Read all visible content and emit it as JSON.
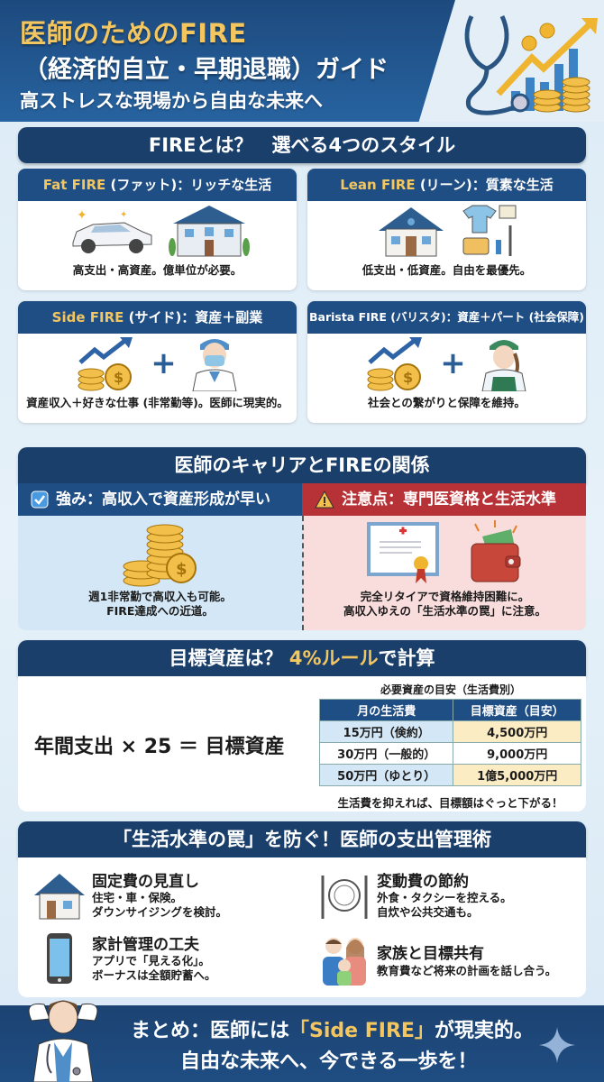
{
  "hero": {
    "title_line1": "医師のためのFIRE",
    "title_line2": "（経済的自立・早期退職）ガイド",
    "subtitle": "高ストレスな現場から自由な未来へ",
    "illustration": "stethoscope-coins-chart-icon"
  },
  "styles_section": {
    "title": "FIREとは？　選べる4つのスタイル",
    "cards": [
      {
        "name": "Fat FIRE",
        "label": " (ファット)：リッチな生活",
        "desc": "高支出・高資産。億単位が必要。",
        "icons": [
          "luxury-car-icon",
          "mansion-icon"
        ]
      },
      {
        "name": "Lean FIRE",
        "label": " (リーン)：質素な生活",
        "desc": "低支出・低資産。自由を最優先。",
        "icons": [
          "small-house-icon",
          "simple-goods-icon"
        ]
      },
      {
        "name": "Side FIRE",
        "label": " (サイド)：資産＋副業",
        "desc": "資産収入＋好きな仕事 (非常勤等)。医師に現実的。",
        "icons": [
          "coins-growth-icon",
          "plus-icon",
          "doctor-icon"
        ]
      },
      {
        "name": "Barista FIRE",
        "label": " (バリスタ)：資産＋パート (社会保障)",
        "desc": "社会との繋がりと保障を維持。",
        "icons": [
          "coins-growth-icon",
          "plus-icon",
          "barista-icon"
        ]
      }
    ]
  },
  "career_section": {
    "title": "医師のキャリアとFIREの関係",
    "pro": {
      "title": "強み：高収入で資産形成が早い",
      "icon": "checkbox-icon",
      "line1": "週1非常勤で高収入も可能。",
      "line2": "FIRE達成への近道。"
    },
    "con": {
      "title": "注意点：専門医資格と生活水準",
      "icon": "warning-icon",
      "line1": "完全リタイアで資格維持困難に。",
      "line2": "高収入ゆえの「生活水準の罠」に注意。"
    }
  },
  "calc_section": {
    "title_pre": "目標資産は？ ",
    "title_highlight": "4%ルール",
    "title_post": "で計算",
    "formula": "年間支出 × 25 ＝ 目標資産",
    "table_caption": "必要資産の目安（生活費別）",
    "table_headers": [
      "月の生活費",
      "目標資産（目安）"
    ],
    "table_rows": [
      [
        "15万円（倹約）",
        "4,500万円"
      ],
      [
        "30万円（一般的）",
        "9,000万円"
      ],
      [
        "50万円（ゆとり）",
        "1億5,000万円"
      ]
    ],
    "note": "生活費を抑えれば、目標額はぐっと下がる！"
  },
  "tips_section": {
    "title": "「生活水準の罠」を防ぐ！医師の支出管理術",
    "tips": [
      {
        "title": "固定費の見直し",
        "line1": "住宅・車・保険。",
        "line2": "ダウンサイジングを検討。",
        "icon": "house-icon"
      },
      {
        "title": "変動費の節約",
        "line1": "外食・タクシーを控える。",
        "line2": "自炊や公共交通も。",
        "icon": "plate-cutlery-icon"
      },
      {
        "title": "家計管理の工夫",
        "line1": "アプリで「見える化」。",
        "line2": "ボーナスは全額貯蓄へ。",
        "icon": "smartphone-icon"
      },
      {
        "title": "家族と目標共有",
        "line1": "教育費など将来の計画を話し合う。",
        "line2": "",
        "icon": "family-icon"
      }
    ]
  },
  "footer": {
    "line1_pre": "まとめ：医師には",
    "line1_highlight": "「Side FIRE」",
    "line1_post": "が現実的。",
    "line2": "自由な未来へ、今できる一歩を！",
    "illustration": "relaxed-doctor-icon"
  },
  "colors": {
    "navy": "#1b3f6b",
    "blue": "#1f4e85",
    "gold": "#f3c660",
    "red": "#b73236",
    "light_blue": "#d4e7f6",
    "pink": "#f9dcdc",
    "cream": "#fbecc4"
  }
}
